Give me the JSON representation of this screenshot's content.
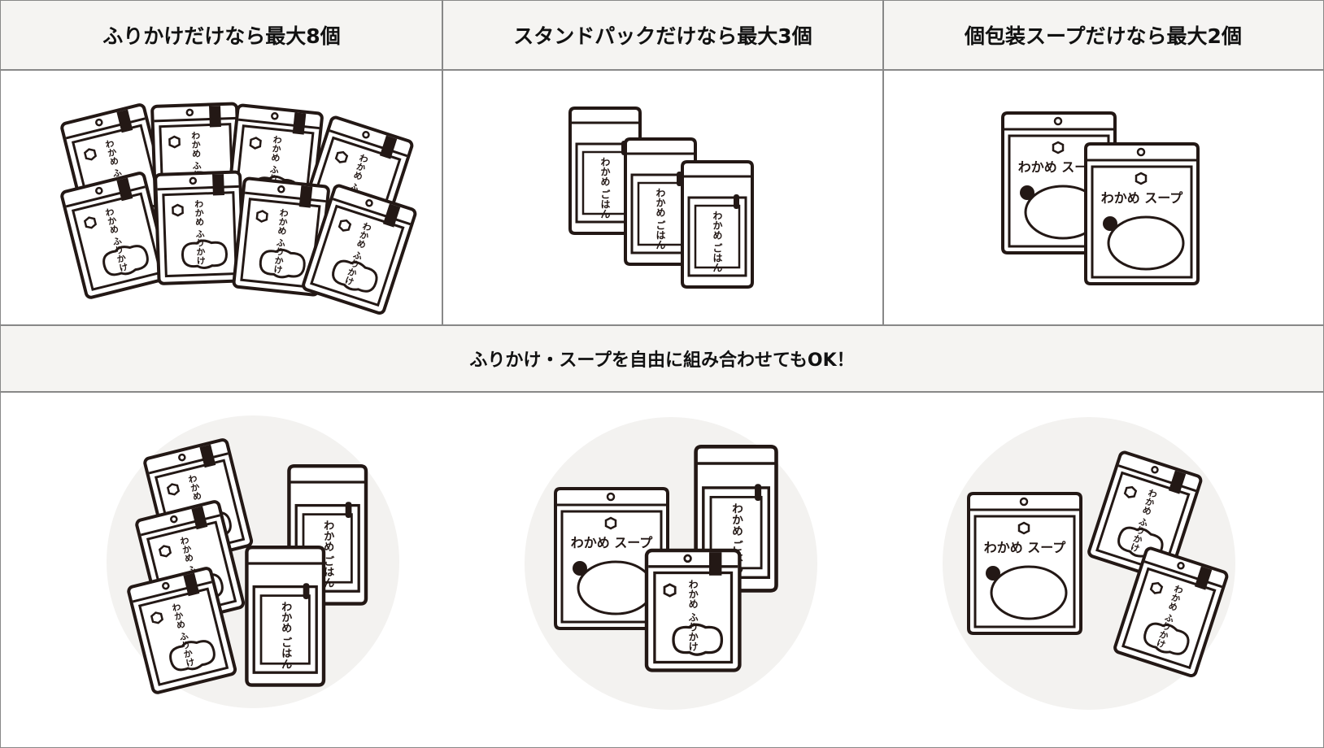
{
  "columns": [
    {
      "title": "ふりかけだけなら最大8個"
    },
    {
      "title": "スタンドパックだけなら最大3個"
    },
    {
      "title": "個包装スープだけなら最大2個"
    }
  ],
  "combo": {
    "title": "ふりかけ・スープを自由に組み合わせてもOK！"
  },
  "pack_labels": {
    "furikake": "わかめ ふりかけ",
    "gohan": "わかめ ごはん",
    "soup": "わかめ スープ"
  },
  "colors": {
    "header_bg": "#f5f4f2",
    "border": "#888888",
    "circle_bg": "#f3f2f0",
    "ink": "#231815"
  }
}
